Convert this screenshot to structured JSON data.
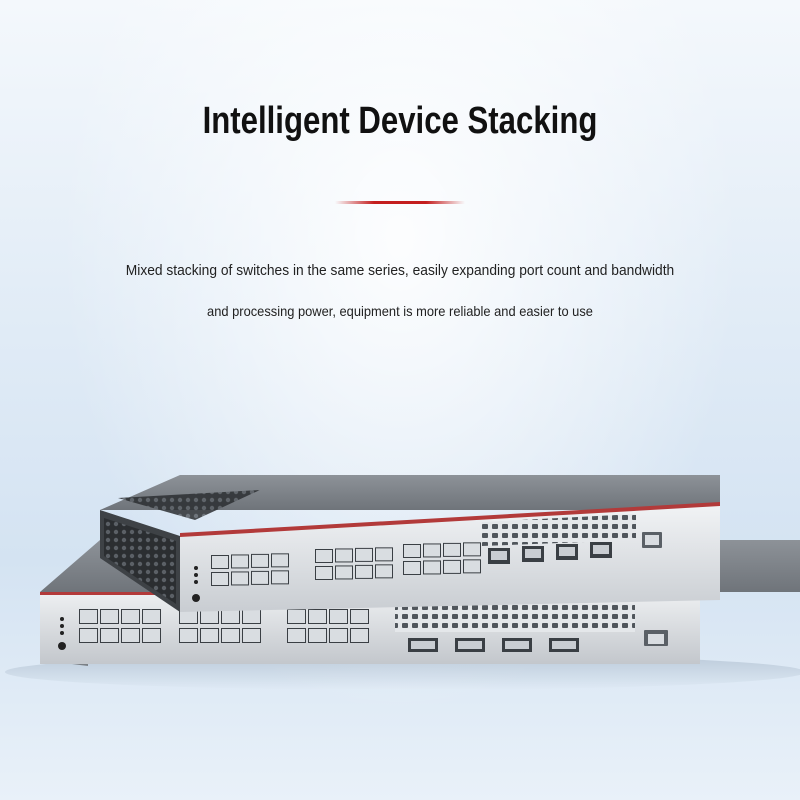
{
  "header": {
    "title": "Intelligent Device Stacking",
    "accent_color": "#c41e1e"
  },
  "description": {
    "line1": "Mixed stacking of switches in the same series, easily expanding port count and bandwidth",
    "line2": "and processing power, equipment is more reliable and easier to use"
  },
  "image": {
    "subject": "two stacked network switches",
    "front_switch": {
      "rj45_ports": 24,
      "sfp_ports": 4,
      "console_ports": 1
    },
    "back_switch": {
      "rj45_ports": 24,
      "sfp_ports": 4,
      "console_ports": 1
    },
    "colors": {
      "chassis": "#9aa0a6",
      "stripe": "#b23a3a",
      "port": "#d9dde1"
    }
  }
}
